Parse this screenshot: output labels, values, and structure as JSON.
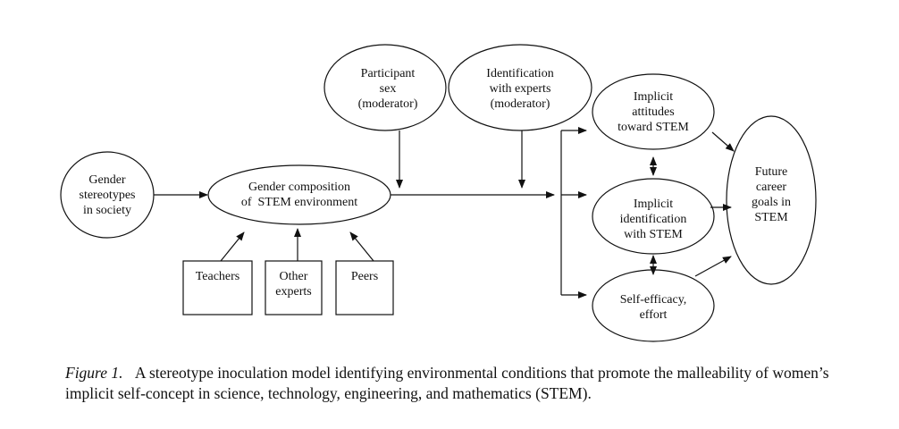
{
  "nodes": {
    "gender_stereotypes": {
      "lines": [
        "Gender",
        "stereotypes",
        "in society"
      ]
    },
    "gender_composition": {
      "lines": [
        "Gender composition",
        "of  STEM environment"
      ]
    },
    "participant_sex": {
      "lines": [
        "Participant",
        "sex",
        "(moderator)"
      ]
    },
    "identification_experts": {
      "lines": [
        "Identification",
        "with experts",
        "(moderator)"
      ]
    },
    "implicit_attitudes": {
      "lines": [
        "Implicit",
        "attitudes",
        "toward STEM"
      ]
    },
    "implicit_identification": {
      "lines": [
        "Implicit",
        "identification",
        "with STEM"
      ]
    },
    "self_efficacy": {
      "lines": [
        "Self-efficacy,",
        "effort"
      ]
    },
    "future_goals": {
      "lines": [
        "Future",
        "career",
        "goals in",
        "STEM"
      ]
    },
    "teachers": {
      "lines": [
        "Teachers"
      ]
    },
    "other_experts": {
      "lines": [
        "Other",
        "experts"
      ]
    },
    "peers": {
      "lines": [
        "Peers"
      ]
    }
  },
  "caption": {
    "label": "Figure 1.",
    "text": "A stereotype inoculation model identifying environmental conditions that promote the malleability of women’s implicit self-concept in science, technology, engineering, and mathematics (STEM)."
  }
}
